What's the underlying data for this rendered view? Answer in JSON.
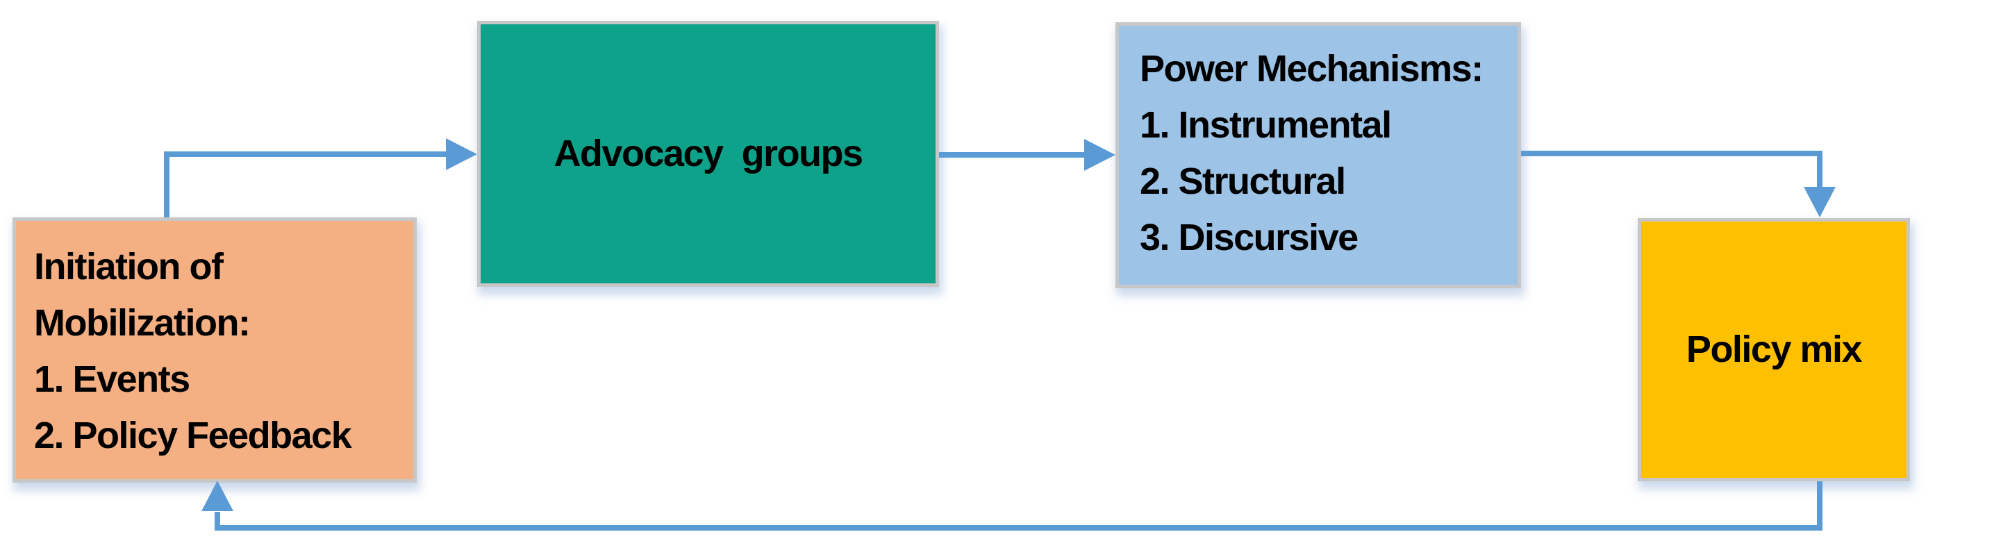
{
  "diagram": {
    "boxes": {
      "initiation": {
        "lines": [
          "Initiation of",
          "Mobilization:",
          "1. Events",
          "2. Policy Feedback"
        ]
      },
      "advocacy": {
        "label": "Advocacy  groups"
      },
      "power": {
        "lines": [
          "Power Mechanisms:",
          "1. Instrumental",
          "2. Structural",
          "3. Discursive"
        ]
      },
      "policy": {
        "label": "Policy mix"
      }
    },
    "arrows": [
      {
        "from": "initiation",
        "to": "advocacy"
      },
      {
        "from": "advocacy",
        "to": "power"
      },
      {
        "from": "power",
        "to": "policy"
      },
      {
        "from": "policy",
        "to": "initiation"
      }
    ],
    "colors": {
      "initiation_fill": "#F4B083",
      "advocacy_fill": "#0FA28B",
      "power_fill": "#9DC3E6",
      "policy_fill": "#FFC000",
      "arrow": "#5B9BD5",
      "border": "#C7C7C7",
      "text": "#000000",
      "bg": "#FFFFFF"
    }
  }
}
